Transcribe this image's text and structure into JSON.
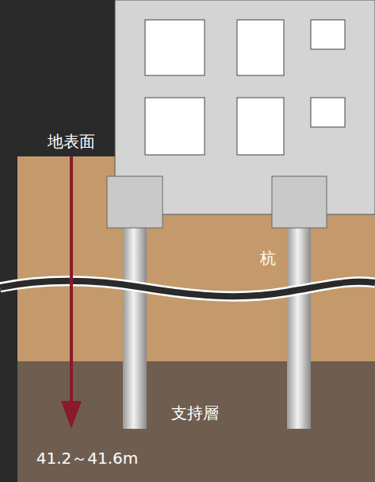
{
  "diagram": {
    "labels": [
      "地表面",
      "杭",
      "支持層",
      "41.2～41.6m"
    ]
  }
}
